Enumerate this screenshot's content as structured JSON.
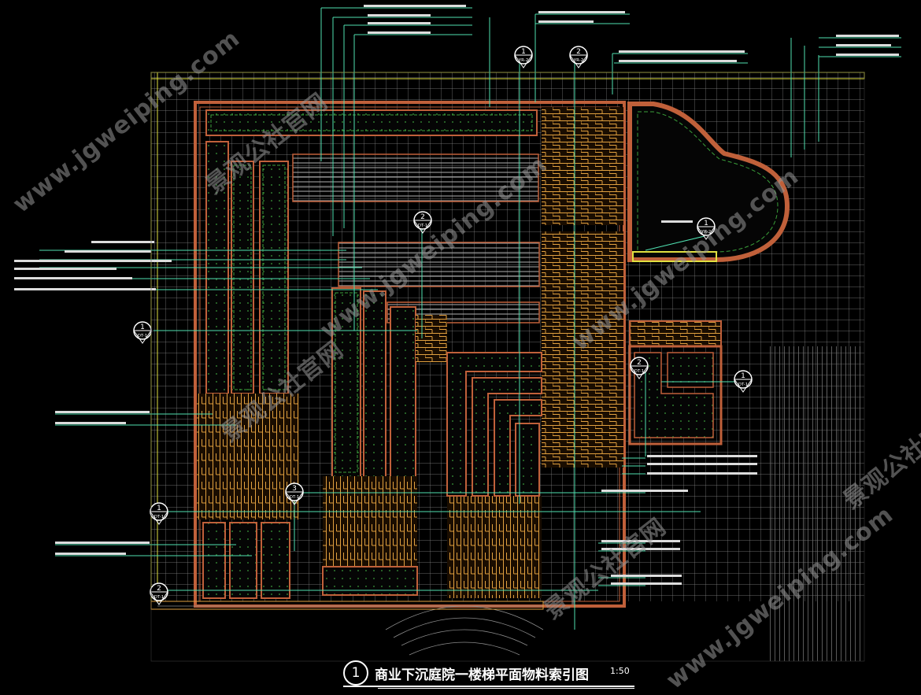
{
  "drawing": {
    "title_number": "1",
    "title": "商业下沉庭院一楼梯平面物料索引图",
    "scale": "1:50"
  },
  "watermarks": [
    {
      "text": "www.jgweiping.com"
    },
    {
      "text": "景观公社官网"
    }
  ],
  "section_markers": [
    {
      "num": "1",
      "ref": "YR-2"
    },
    {
      "num": "2",
      "ref": "YR-2"
    },
    {
      "num": "2",
      "ref": "DT-1"
    },
    {
      "num": "1",
      "ref": "DT-1"
    },
    {
      "num": "2",
      "ref": "DT-1"
    },
    {
      "num": "1",
      "ref": "DT-1"
    },
    {
      "num": "3",
      "ref": "DT-1"
    },
    {
      "num": "1",
      "ref": "DT-1"
    },
    {
      "num": "2",
      "ref": "DT-1"
    },
    {
      "num": "1",
      "ref": "YR-2"
    }
  ],
  "colors": {
    "grid": "#9a9a9a",
    "leader": "#4fe0b0",
    "wood": "#e0a040",
    "planter": "#c0603a",
    "hedge": "#3aa03a",
    "yellow": "#e0e040",
    "white": "#ffffff"
  }
}
